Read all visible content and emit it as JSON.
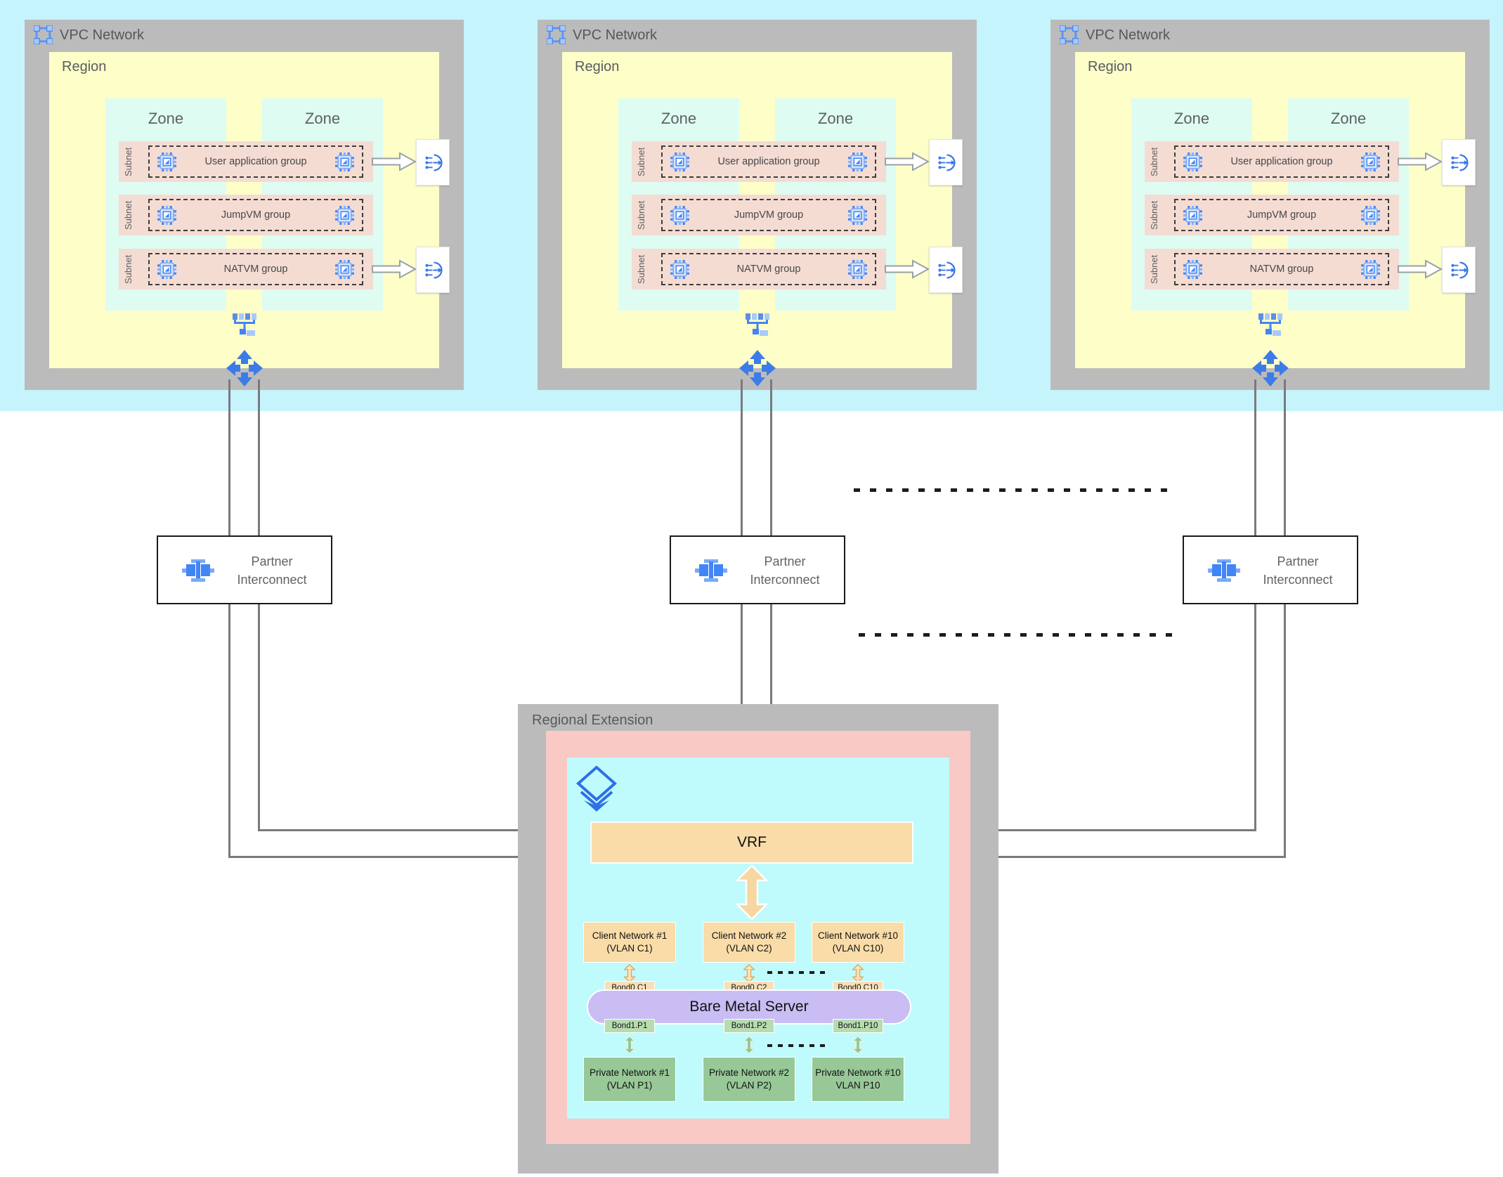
{
  "vpc": {
    "title": "VPC Network",
    "region_label": "Region",
    "zones": [
      "Zone",
      "Zone"
    ],
    "subnet_label": "Subnet",
    "groups": [
      "User application group",
      "JumpVM group",
      "NATVM group"
    ]
  },
  "interconnect": {
    "label": "Partner Interconnect"
  },
  "regional_extension": {
    "title": "Regional Extension",
    "vrf_label": "VRF",
    "bare_metal_label": "Bare Metal Server",
    "client_networks": [
      {
        "name": "Client Network #1",
        "vlan": "(VLAN C1)",
        "bond": "Bond0.C1"
      },
      {
        "name": "Client Network #2",
        "vlan": "(VLAN C2)",
        "bond": "Bond0.C2"
      },
      {
        "name": "Client Network #10",
        "vlan": "(VLAN C10)",
        "bond": "Bond0.C10"
      }
    ],
    "private_networks": [
      {
        "name": "Private Network #1",
        "vlan": "(VLAN P1)",
        "bond": "Bond1.P1"
      },
      {
        "name": "Private Network #2",
        "vlan": "(VLAN P2)",
        "bond": "Bond1.P2"
      },
      {
        "name": "Private Network #10",
        "vlan": "VLAN P10",
        "bond": "Bond1.P10"
      }
    ]
  },
  "icons": {
    "vpc": "vpc-network-icon",
    "vm": "vm-instance-icon",
    "load_balancer": "load-balancer-icon",
    "network": "network-switch-icon",
    "routing": "routing-arrows-icon",
    "interconnect": "interconnect-icon",
    "bare_metal": "bare-metal-layers-icon"
  },
  "palette": {
    "top_band": "#C6F4FD",
    "container_gray": "#BBBBBC",
    "region_yellow": "#FDFEC8",
    "zone_mint": "#DEFCF2",
    "subnet_pink": "#F4DCD3",
    "extension_pink": "#F8C9C5",
    "extension_cyan": "#BFFAFC",
    "vrf_orange": "#F9DCA8",
    "bare_metal_purple": "#C9BDF4",
    "private_green": "#98C897",
    "google_blue": "#4285F4",
    "line_gray": "#7A7A7E"
  }
}
